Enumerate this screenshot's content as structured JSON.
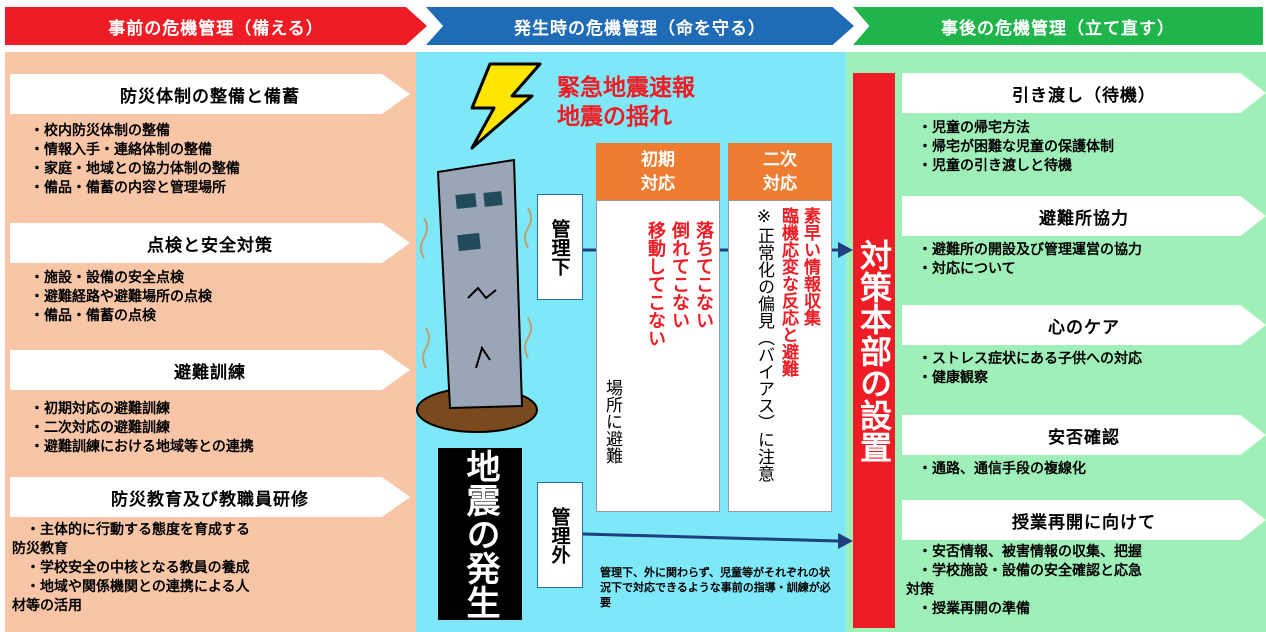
{
  "headers": {
    "before": "事前の危機管理（備える）",
    "during": "発生時の危機管理（命を守る）",
    "after": "事後の危機管理（立て直す）"
  },
  "left": {
    "sections": [
      {
        "title": "防災体制の整備と備蓄",
        "items": [
          "・校内防災体制の整備",
          "・情報入手・連絡体制の整備",
          "・家庭・地域との協力体制の整備",
          "・備品・備蓄の内容と管理場所"
        ]
      },
      {
        "title": "点検と安全対策",
        "items": [
          "・施設・設備の安全点検",
          "・避難経路や避難場所の点検",
          "・備品・備蓄の点検"
        ]
      },
      {
        "title": "避難訓練",
        "items": [
          "・初期対応の避難訓練",
          "・二次対応の避難訓練",
          "・避難訓練における地域等との連携"
        ]
      },
      {
        "title": "防災教育及び教職員研修",
        "items": [
          "　・主体的に行動する態度を育成する",
          "防災教育",
          "　・学校安全の中核となる教員の養成",
          "　・地域や関係機関との連携による人",
          "材等の活用"
        ]
      }
    ]
  },
  "middle": {
    "alert_line1": "緊急地震速報",
    "alert_line2": "地震の揺れ",
    "initial_header": "初期\n対応",
    "secondary_header": "二次\n対応",
    "kanrika": "管理下",
    "kanrigai": "管理外",
    "initial_red_1": "落ちてこない",
    "initial_red_2": "倒れてこない",
    "initial_red_3": "移動してこない",
    "initial_black": "場所に避難",
    "secondary_red_1": "素早い情報収集",
    "secondary_red_2": "臨機応変な反応と避難",
    "secondary_black": "※正常化の偏見（バイアス）に注意",
    "earthquake": "地震の発生",
    "note": "管理下、外に関わらず、児童等がそれぞれの状況下で対応できるような事前の指導・訓練が必要"
  },
  "center_bar": "対策本部の設置",
  "right": {
    "sections": [
      {
        "title": "引き渡し（待機）",
        "items": [
          "・児童の帰宅方法",
          "・帰宅が困難な児童の保護体制",
          "・児童の引き渡しと待機"
        ]
      },
      {
        "title": "避難所協力",
        "items": [
          "・避難所の開設及び管理運営の協力",
          "・対応について"
        ]
      },
      {
        "title": "心のケア",
        "items": [
          "・ストレス症状にある子供への対応",
          "・健康観察"
        ]
      },
      {
        "title": "安否確認",
        "items": [
          "・通路、通信手段の複線化"
        ]
      },
      {
        "title": "授業再開に向けて",
        "items": [
          "・安否情報、被害情報の収集、把握",
          "・学校施設・設備の安全確認と応急",
          "対策",
          "・授業再開の準備"
        ]
      }
    ]
  },
  "colors": {
    "red": "#ee1c24",
    "blue": "#1f6bb5",
    "green": "#1fb54a",
    "orange": "#ef7d31"
  }
}
